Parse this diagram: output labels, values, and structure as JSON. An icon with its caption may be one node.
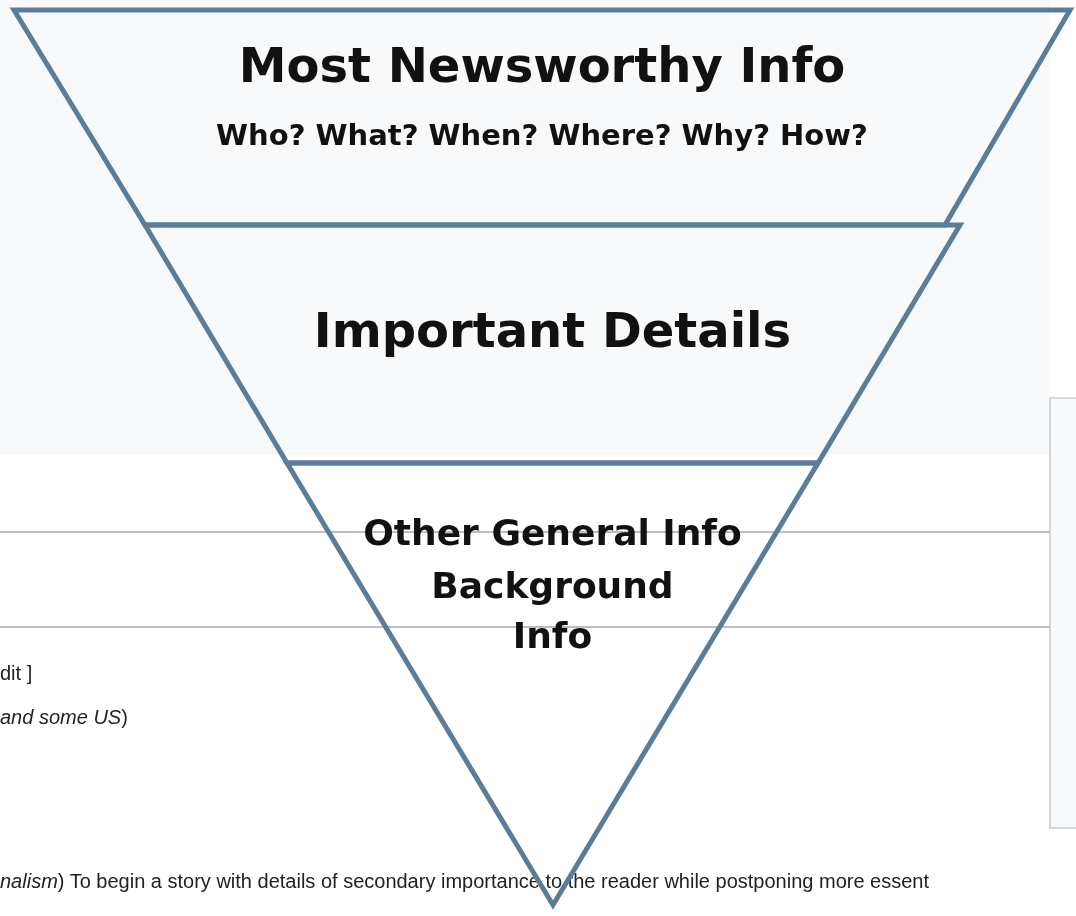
{
  "diagram": {
    "nodes": [
      {
        "text": [
          "Most Newsworthy Info",
          "Who? What? When? Where? Why? How?"
        ]
      },
      {
        "text": [
          "Important Details"
        ]
      },
      {
        "text": [
          "Other General Info",
          "Background Info"
        ]
      }
    ],
    "labels": [
      "dit ]",
      "*and some US*)",
      "*nalism*) To begin a story with details of secondary importance to the reader while postponing more essent"
    ]
  }
}
